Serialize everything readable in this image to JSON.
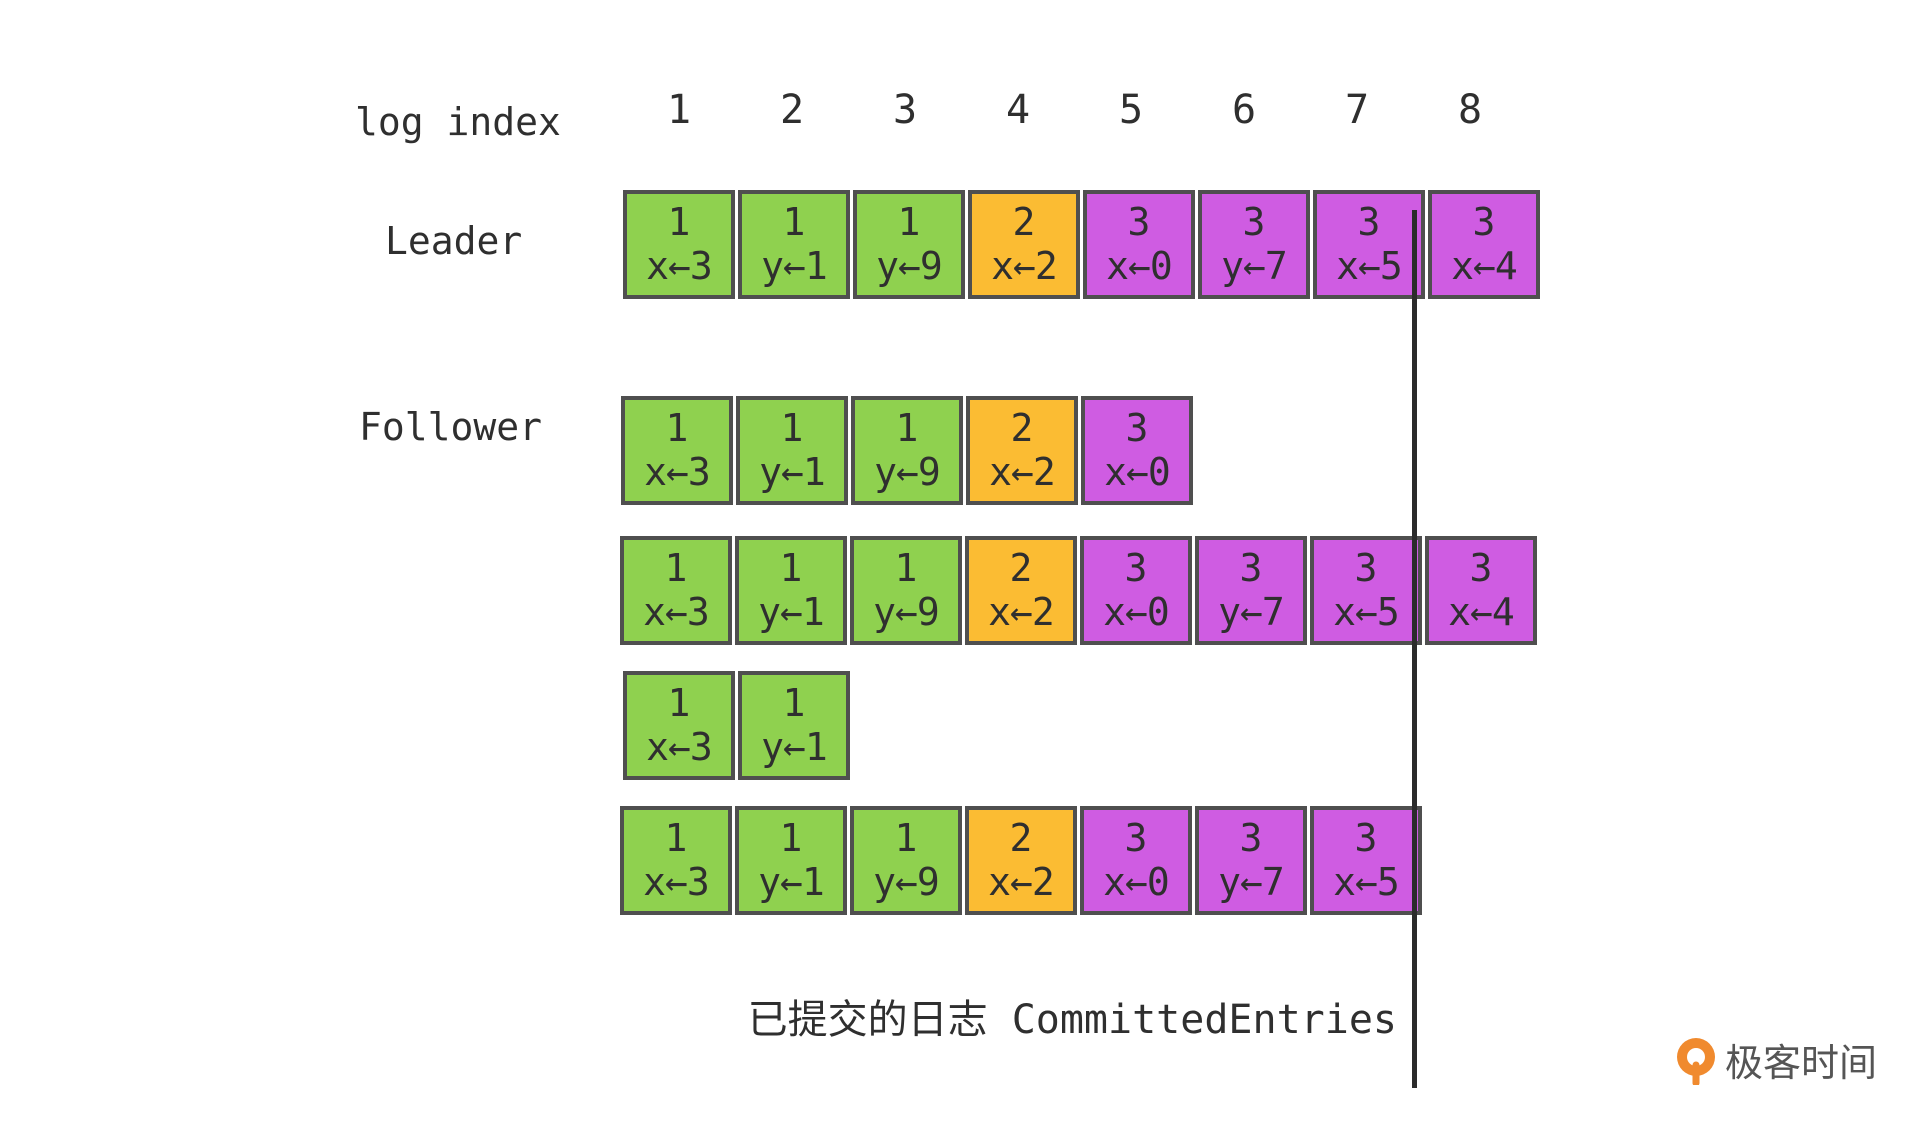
{
  "header": {
    "label": "log index",
    "indices": [
      "1",
      "2",
      "3",
      "4",
      "5",
      "6",
      "7",
      "8"
    ]
  },
  "leader_label": "Leader",
  "follower_label": "Follower",
  "colors": {
    "term1": "#8fd14f",
    "term2": "#fbbc33",
    "term3": "#cf5ce2",
    "border": "#4f4f4f",
    "commit_line": "#2b2b2b"
  },
  "logs": [
    {
      "role": "leader",
      "entries": [
        {
          "term": "1",
          "cmd": "x←3"
        },
        {
          "term": "1",
          "cmd": "y←1"
        },
        {
          "term": "1",
          "cmd": "y←9"
        },
        {
          "term": "2",
          "cmd": "x←2"
        },
        {
          "term": "3",
          "cmd": "x←0"
        },
        {
          "term": "3",
          "cmd": "y←7"
        },
        {
          "term": "3",
          "cmd": "x←5"
        },
        {
          "term": "3",
          "cmd": "x←4"
        }
      ]
    },
    {
      "role": "follower",
      "entries": [
        {
          "term": "1",
          "cmd": "x←3"
        },
        {
          "term": "1",
          "cmd": "y←1"
        },
        {
          "term": "1",
          "cmd": "y←9"
        },
        {
          "term": "2",
          "cmd": "x←2"
        },
        {
          "term": "3",
          "cmd": "x←0"
        }
      ]
    },
    {
      "role": "follower",
      "entries": [
        {
          "term": "1",
          "cmd": "x←3"
        },
        {
          "term": "1",
          "cmd": "y←1"
        },
        {
          "term": "1",
          "cmd": "y←9"
        },
        {
          "term": "2",
          "cmd": "x←2"
        },
        {
          "term": "3",
          "cmd": "x←0"
        },
        {
          "term": "3",
          "cmd": "y←7"
        },
        {
          "term": "3",
          "cmd": "x←5"
        },
        {
          "term": "3",
          "cmd": "x←4"
        }
      ]
    },
    {
      "role": "follower",
      "entries": [
        {
          "term": "1",
          "cmd": "x←3"
        },
        {
          "term": "1",
          "cmd": "y←1"
        }
      ]
    },
    {
      "role": "follower",
      "entries": [
        {
          "term": "1",
          "cmd": "x←3"
        },
        {
          "term": "1",
          "cmd": "y←1"
        },
        {
          "term": "1",
          "cmd": "y←9"
        },
        {
          "term": "2",
          "cmd": "x←2"
        },
        {
          "term": "3",
          "cmd": "x←0"
        },
        {
          "term": "3",
          "cmd": "y←7"
        },
        {
          "term": "3",
          "cmd": "x←5"
        }
      ]
    }
  ],
  "caption": {
    "zh": "已提交的日志",
    "en": "CommittedEntries"
  },
  "logo": {
    "text": "极客时间"
  }
}
